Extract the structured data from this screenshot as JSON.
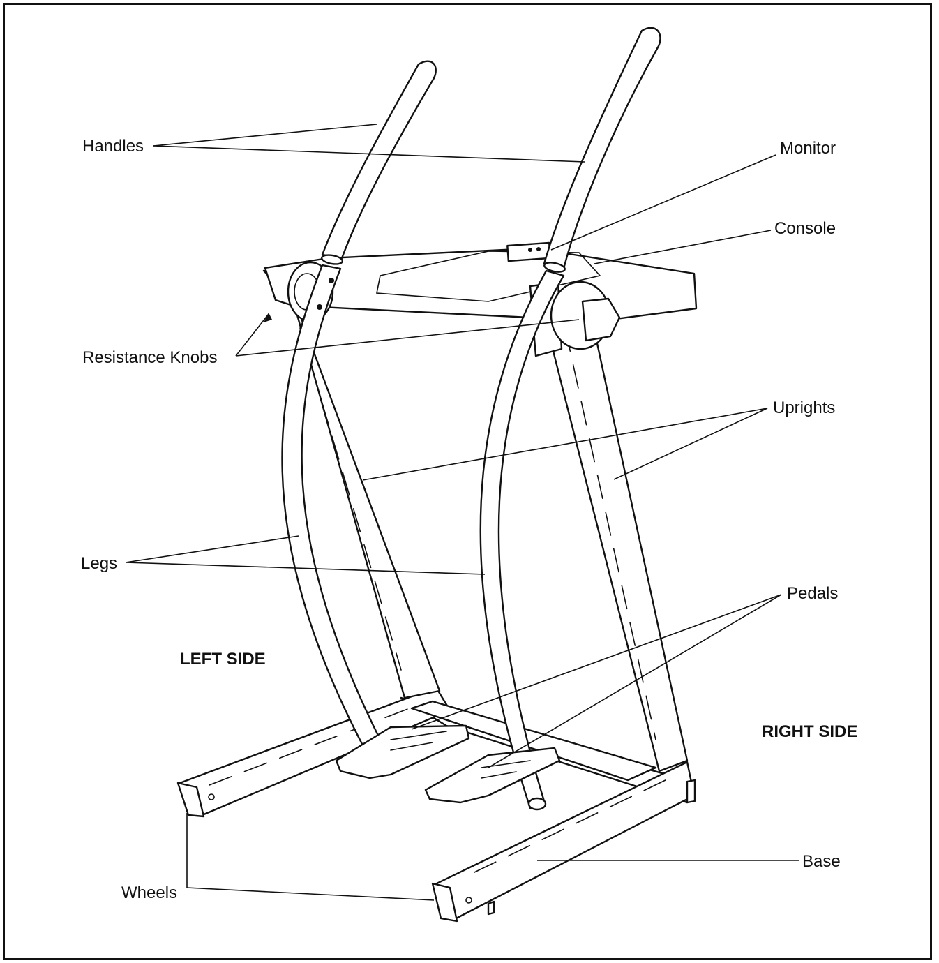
{
  "labels": {
    "handles": "Handles",
    "monitor": "Monitor",
    "console": "Console",
    "resistance_knobs": "Resistance Knobs",
    "uprights": "Uprights",
    "legs": "Legs",
    "pedals": "Pedals",
    "left_side": "LEFT SIDE",
    "right_side": "RIGHT SIDE",
    "base": "Base",
    "wheels": "Wheels"
  },
  "colors": {
    "line": "#111111",
    "background": "#ffffff"
  }
}
